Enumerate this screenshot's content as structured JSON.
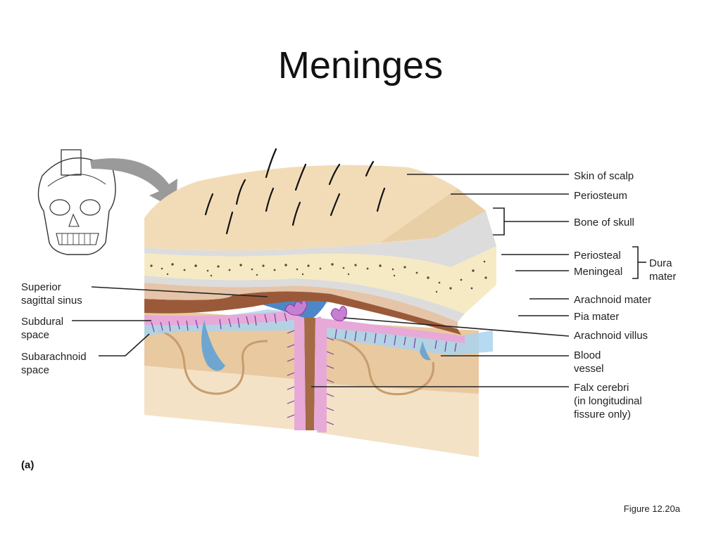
{
  "title": "Meninges",
  "figure_caption": "Figure 12.20a",
  "panel_label": "(a)",
  "labels_right": {
    "skin_of_scalp": "Skin of scalp",
    "periosteum": "Periosteum",
    "bone_of_skull": "Bone of skull",
    "periosteal": "Periosteal",
    "meningeal": "Meningeal",
    "dura_line1": "Dura",
    "dura_line2": "mater",
    "arachnoid_mater": "Arachnoid mater",
    "pia_mater": "Pia mater",
    "arachnoid_villus": "Arachnoid villus",
    "blood_line1": "Blood",
    "blood_line2": "vessel",
    "falx_line1": "Falx cerebri",
    "falx_line2": "(in longitudinal",
    "falx_line3": "fissure only)"
  },
  "labels_left": {
    "sinus_line1": "Superior",
    "sinus_line2": "sagittal sinus",
    "subdural_line1": "Subdural",
    "subdural_line2": "space",
    "subarachnoid_line1": "Subarachnoid",
    "subarachnoid_line2": "space"
  },
  "colors": {
    "scalp": "#f2dcb8",
    "periosteum": "#dcdcdc",
    "bone": "#f6eac4",
    "dura_periosteal": "#e6c4a8",
    "dura_meningeal": "#9a5a3a",
    "arachnoid": "#e7a9d8",
    "csf": "#a9d4ee",
    "brain": "#e9c9a0",
    "blood_vessel": "#d9253a",
    "villus": "#c77fd1"
  }
}
